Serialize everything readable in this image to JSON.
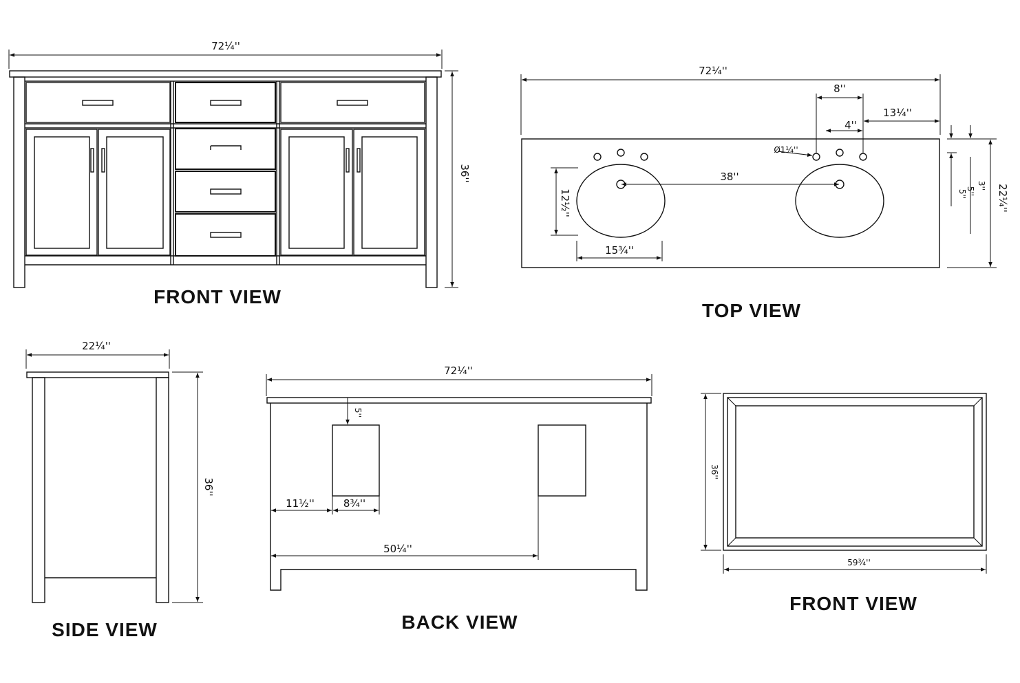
{
  "view_titles": {
    "front_view": "FRONT VIEW",
    "top_view": "TOP VIEW",
    "side_view": "SIDE VIEW",
    "back_view": "BACK VIEW",
    "mirror_front_view": "FRONT VIEW"
  },
  "dimensions": {
    "front_width": "72¼''",
    "front_height": "36''",
    "top_width": "72¼''",
    "top_faucet_spread": "8''",
    "top_faucet_offset": "4''",
    "top_edge_offset": "13¼''",
    "top_hole_dia": "Ø1¼''",
    "top_sink_center": "38''",
    "top_sink_depth": "12½''",
    "top_sink_width": "15¾''",
    "top_small_1": "5''",
    "top_small_2": "5''",
    "top_small_3": "3''",
    "top_depth": "22¼''",
    "side_width": "22¼''",
    "side_height": "36''",
    "back_width": "72¼''",
    "back_top_gap": "5''",
    "back_left_offset": "11½''",
    "back_opening_width": "8¾''",
    "back_opening_offset": "50¼''",
    "mirror_height": "36''",
    "mirror_width": "59¾''"
  }
}
